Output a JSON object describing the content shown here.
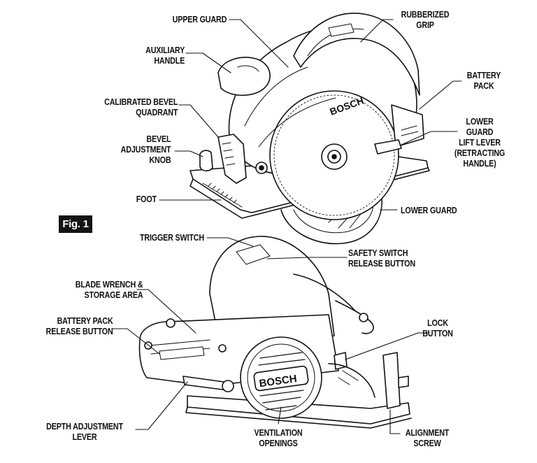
{
  "figure_label": "Fig. 1",
  "brand": {
    "text": "BOSCH"
  },
  "labels": {
    "upper_guard": [
      "UPPER GUARD"
    ],
    "rubberized_grip": [
      "RUBBERIZED",
      "GRIP"
    ],
    "auxiliary_handle": [
      "AUXILIARY",
      "HANDLE"
    ],
    "battery_pack": [
      "BATTERY",
      "PACK"
    ],
    "calibrated_bevel_quadrant": [
      "CALIBRATED BEVEL",
      "QUADRANT"
    ],
    "lower_guard_lift_lever": [
      "LOWER",
      "GUARD",
      "LIFT LEVER",
      "(RETRACTING",
      "HANDLE)"
    ],
    "bevel_adjustment_knob": [
      "BEVEL",
      "ADJUSTMENT",
      "KNOB"
    ],
    "foot": [
      "FOOT"
    ],
    "lower_guard": [
      "LOWER GUARD"
    ],
    "trigger_switch": [
      "TRIGGER SWITCH"
    ],
    "safety_switch_release_button": [
      "SAFETY SWITCH",
      "RELEASE BUTTON"
    ],
    "blade_wrench_storage_area": [
      "BLADE WRENCH &",
      "STORAGE AREA"
    ],
    "battery_pack_release_button": [
      "BATTERY PACK",
      "RELEASE BUTTON"
    ],
    "lock_button": [
      "LOCK",
      "BUTTON"
    ],
    "depth_adjustment_lever": [
      "DEPTH ADJUSTMENT",
      "LEVER"
    ],
    "ventilation_openings": [
      "VENTILATION",
      "OPENINGS"
    ],
    "alignment_screw": [
      "ALIGNMENT",
      "SCREW"
    ]
  }
}
